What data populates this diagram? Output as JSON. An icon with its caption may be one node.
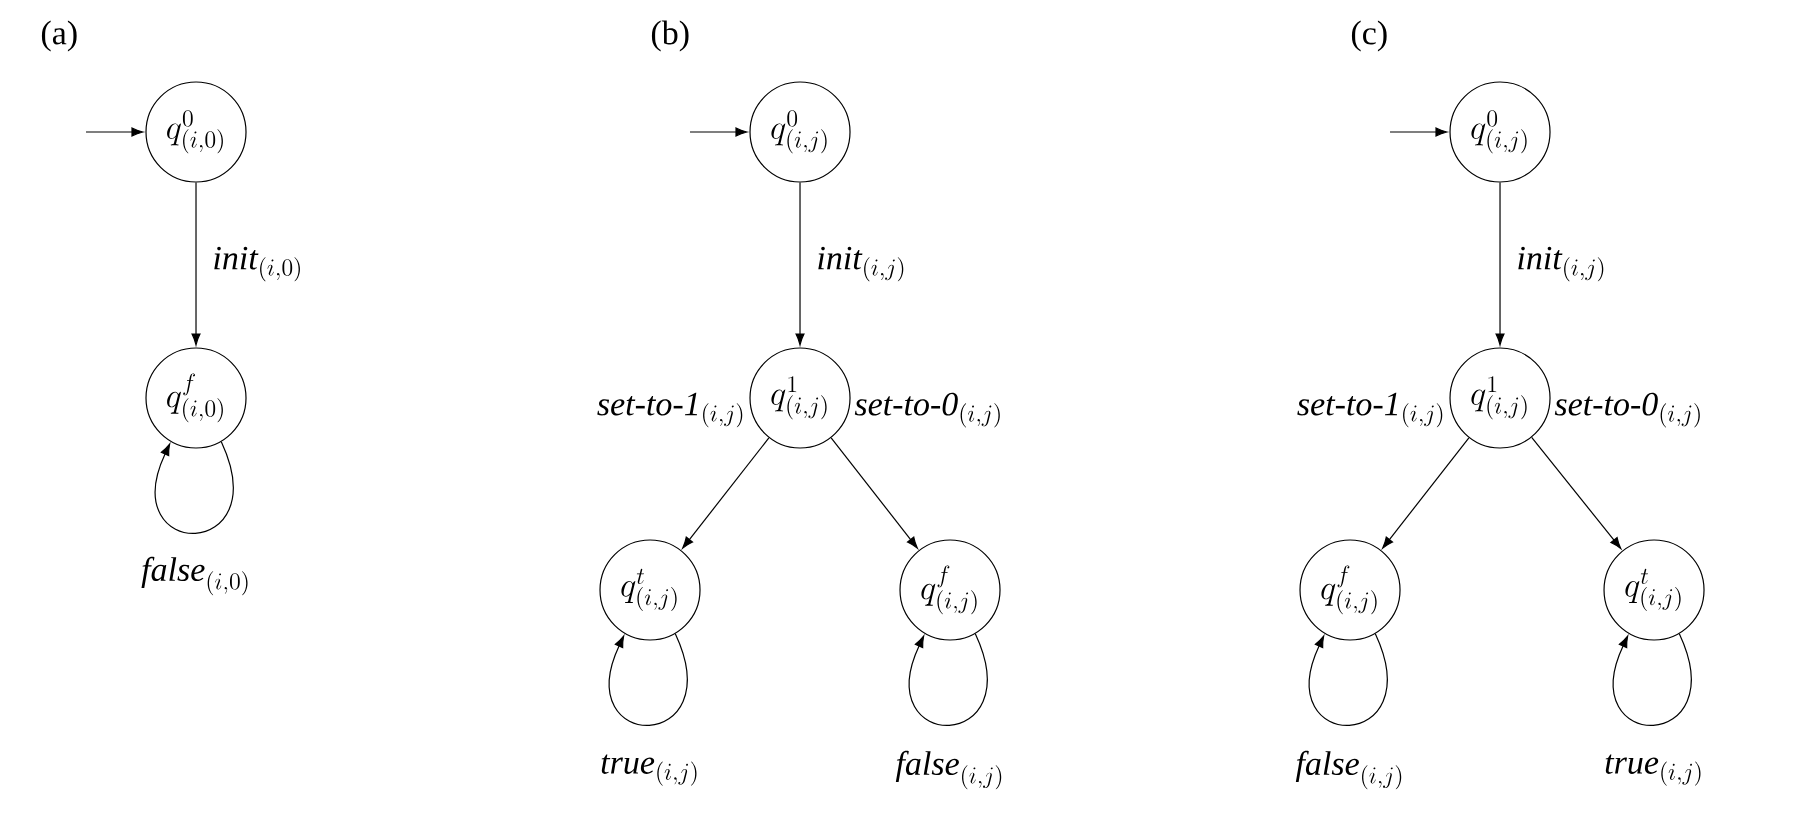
{
  "diagram": {
    "nodes": [
      {
        "text": [
          "q^{0}_{(i,0)}"
        ]
      },
      {
        "text": [
          "q^{f}_{(i,0)}"
        ]
      },
      {
        "text": [
          "q^{0}_{(i,j)}"
        ]
      },
      {
        "text": [
          "q^{1}_{(i,j)}"
        ]
      },
      {
        "text": [
          "q^{t}_{(i,j)}"
        ]
      },
      {
        "text": [
          "q^{f}_{(i,j)}"
        ]
      },
      {
        "text": [
          "q^{0}_{(i,j)}"
        ]
      },
      {
        "text": [
          "q^{1}_{(i,j)}"
        ]
      },
      {
        "text": [
          "q^{f}_{(i,j)}"
        ]
      },
      {
        "text": [
          "q^{t}_{(i,j)}"
        ]
      }
    ],
    "edges": [
      {
        "from": null,
        "to": 0,
        "arrow": "to"
      },
      {
        "from": 0,
        "to": 1,
        "arrow": "to",
        "label": "\\mathit{init}_{(i,0)}"
      },
      {
        "from": 1,
        "to": 1,
        "arrow": "to",
        "label": "\\mathit{false}_{(i,0)}"
      },
      {
        "from": null,
        "to": 2,
        "arrow": "to"
      },
      {
        "from": 2,
        "to": 3,
        "arrow": "to",
        "label": "\\mathit{init}_{(i,j)}"
      },
      {
        "from": 3,
        "to": 4,
        "arrow": "to",
        "label": "\\textit{set-to-1}_{(i,j)}"
      },
      {
        "from": 3,
        "to": 5,
        "arrow": "to",
        "label": "\\textit{set-to-0}_{(i,j)}"
      },
      {
        "from": 4,
        "to": 4,
        "arrow": "to",
        "label": "\\mathit{true}_{(i,j)}"
      },
      {
        "from": 5,
        "to": 5,
        "arrow": "to",
        "label": "\\mathit{false}_{(i,j)}"
      },
      {
        "from": null,
        "to": 6,
        "arrow": "to"
      },
      {
        "from": 6,
        "to": 7,
        "arrow": "to",
        "label": "\\mathit{init}_{(i,j)}"
      },
      {
        "from": 7,
        "to": 8,
        "arrow": "to",
        "label": "\\textit{set-to-1}_{(i,j)}"
      },
      {
        "from": 7,
        "to": 9,
        "arrow": "to",
        "label": "\\textit{set-to-0}_{(i,j)}"
      },
      {
        "from": 8,
        "to": 8,
        "arrow": "to",
        "label": "\\mathit{false}_{(i,j)}"
      },
      {
        "from": 9,
        "to": 9,
        "arrow": "to",
        "label": "\\mathit{true}_{(i,j)}"
      }
    ],
    "labels": [
      "(a)",
      "(b)",
      "(c)"
    ]
  }
}
